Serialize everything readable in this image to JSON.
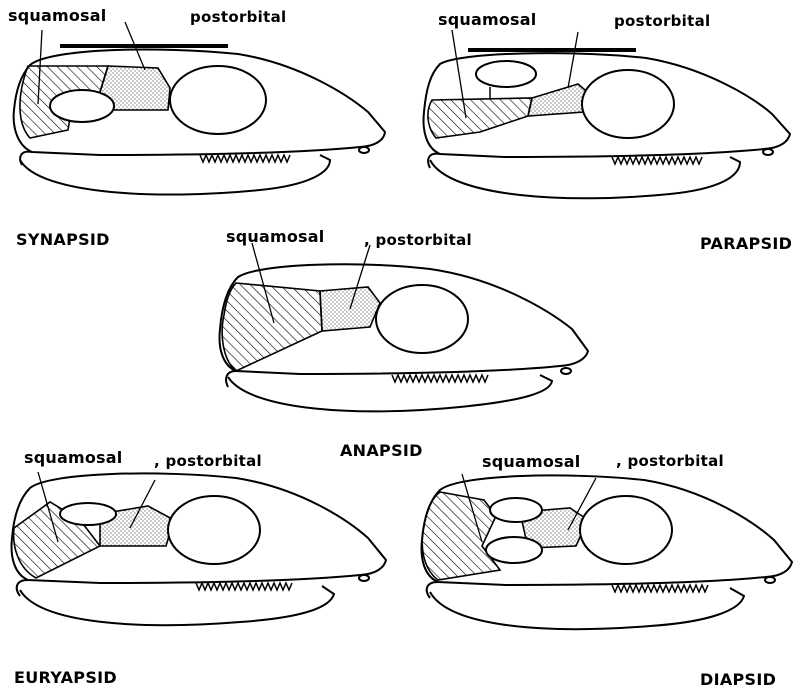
{
  "skulls": [
    {
      "type_label": "SYNAPSID",
      "squamosal_label": "squamosal",
      "postorbital_label": "postorbital"
    },
    {
      "type_label": "PARAPSID",
      "squamosal_label": "squamosal",
      "postorbital_label": "postorbital"
    },
    {
      "type_label": "ANAPSID",
      "squamosal_label": "squamosal",
      "postorbital_label": ", postorbital"
    },
    {
      "type_label": "EURYAPSID",
      "squamosal_label": "squamosal",
      "postorbital_label": ", postorbital"
    },
    {
      "type_label": "DIAPSID",
      "squamosal_label": "squamosal",
      "postorbital_label": ", postorbital"
    }
  ],
  "colors": {
    "ink": "#000000",
    "paper": "#ffffff"
  }
}
